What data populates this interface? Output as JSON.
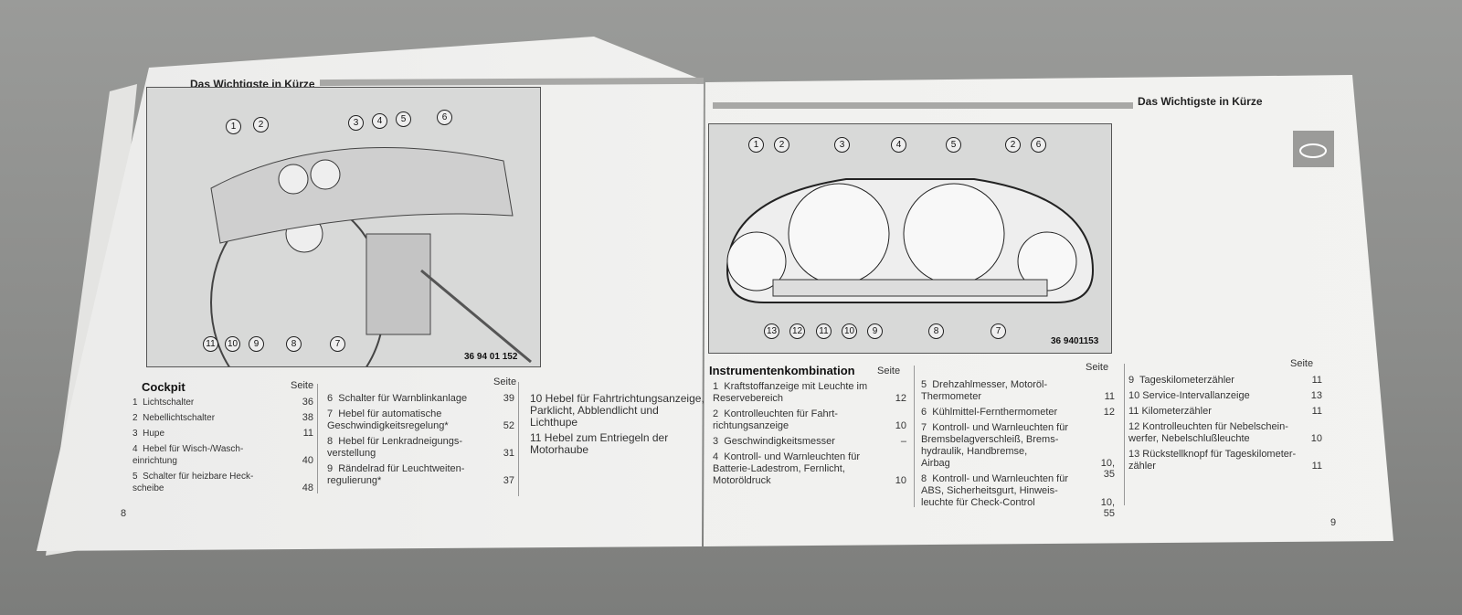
{
  "header": "Das Wichtigste in Kürze",
  "left": {
    "page_number": "8",
    "figure_code": "36 94 01 152",
    "callouts_top": [
      "1",
      "2",
      "3",
      "4",
      "5",
      "6"
    ],
    "callouts_bottom": [
      "11",
      "10",
      "9",
      "8",
      "7"
    ],
    "title": "Cockpit",
    "seite": "Seite",
    "col1": [
      {
        "text": "1  Lichtschalter",
        "page": "36"
      },
      {
        "text": "2  Nebellichtschalter",
        "page": "38"
      },
      {
        "text": "3  Hupe",
        "page": "11"
      },
      {
        "text": "4  Hebel für Wisch-/Wasch-\neinrichtung",
        "page": "40"
      },
      {
        "text": "5  Schalter für heizbare Heck-\nscheibe",
        "page": "48"
      }
    ],
    "col2": [
      {
        "text": "6  Schalter für Warnblinkanlage",
        "page": "39"
      },
      {
        "text": "7  Hebel für automatische\nGeschwindigkeitsregelung*",
        "page": "52"
      },
      {
        "text": "8  Hebel für Lenkradneigungs-\nverstellung",
        "page": "31"
      },
      {
        "text": "9  Rändelrad für Leuchtweiten-\nregulierung*",
        "page": "37"
      }
    ],
    "col3": [
      {
        "text": "10 Hebel für Fahrtrichtungsanzeige,\nParklicht, Abblendlicht und\nLichthupe"
      },
      {
        "text": "11 Hebel zum Entriegeln der\nMotorhaube"
      }
    ]
  },
  "right": {
    "page_number": "9",
    "figure_code": "36 9401153",
    "callouts_top": [
      "1",
      "2",
      "3",
      "4",
      "5",
      "2",
      "6"
    ],
    "callouts_bottom": [
      "13",
      "12",
      "11",
      "10",
      "9",
      "8",
      "7"
    ],
    "title": "Instrumentenkombination",
    "seite": "Seite",
    "col1": [
      {
        "text": "1  Kraftstoffanzeige mit Leuchte im\nReservebereich",
        "page": "12"
      },
      {
        "text": "2  Kontrolleuchten für Fahrt-\nrichtungsanzeige",
        "page": "10"
      },
      {
        "text": "3  Geschwindigkeitsmesser",
        "page": "–"
      },
      {
        "text": "4  Kontroll- und Warnleuchten für\nBatterie-Ladestrom, Fernlicht,\nMotoröldruck",
        "page": "10"
      }
    ],
    "col2": [
      {
        "text": "5  Drehzahlmesser, Motoröl-\nThermometer",
        "page": "11"
      },
      {
        "text": "6  Kühlmittel-Fernthermometer",
        "page": "12"
      },
      {
        "text": "7  Kontroll- und Warnleuchten für\nBremsbelagverschleiß, Brems-\nhydraulik, Handbremse,\nAirbag",
        "page": "10, 35"
      },
      {
        "text": "8  Kontroll- und Warnleuchten für\nABS, Sicherheitsgurt, Hinweis-\nleuchte für Check-Control",
        "page": "10, 55"
      }
    ],
    "col3": [
      {
        "text": "9  Tageskilometerzähler",
        "page": "11"
      },
      {
        "text": "10 Service-Intervallanzeige",
        "page": "13"
      },
      {
        "text": "11 Kilometerzähler",
        "page": "11"
      },
      {
        "text": "12 Kontrolleuchten für Nebelschein-\nwerfer, Nebelschlußleuchte",
        "page": "10"
      },
      {
        "text": "13 Rückstellknopf für Tageskilometer-\nzähler",
        "page": "11"
      }
    ]
  }
}
